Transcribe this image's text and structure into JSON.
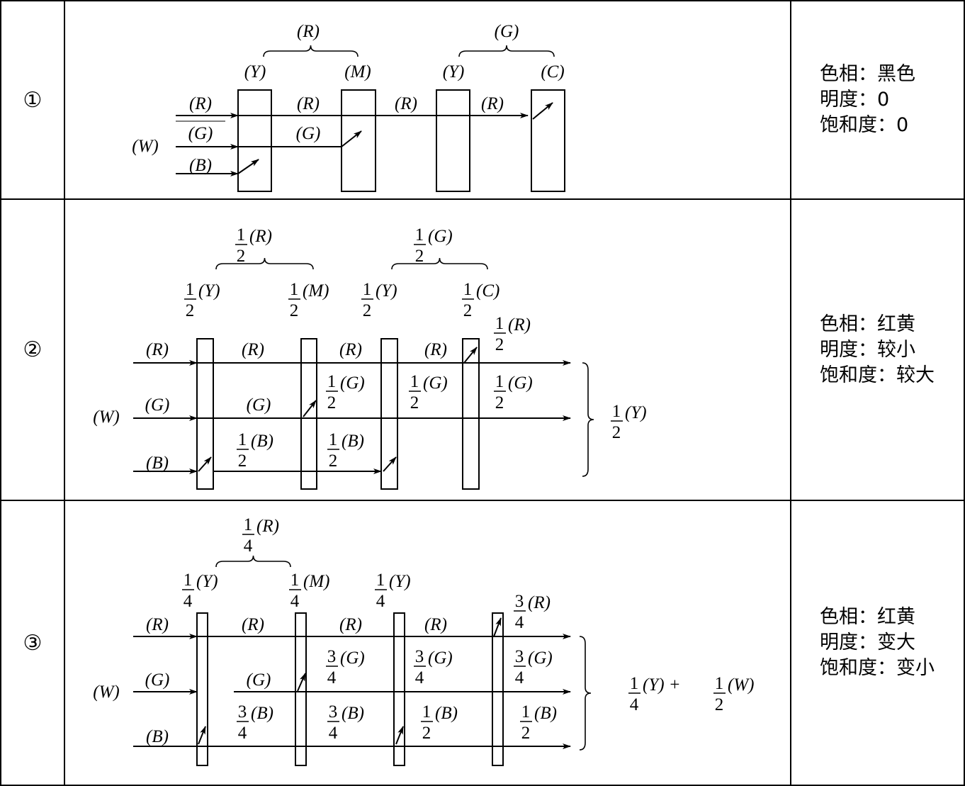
{
  "rows": [
    {
      "number": "①",
      "description": [
        "色相：黑色",
        "明度：0",
        "饱和度：0"
      ],
      "labels": [
        {
          "text": "(R)"
        },
        {
          "text": "(G)"
        },
        {
          "text": "(Y)"
        },
        {
          "text": "(M)"
        },
        {
          "text": "(Y)"
        },
        {
          "text": "(C)"
        },
        {
          "text": "(R)"
        },
        {
          "text": "(G)"
        },
        {
          "text": "(B)"
        },
        {
          "text": "(W)"
        },
        {
          "text": "(R)"
        },
        {
          "text": "(G)"
        },
        {
          "text": "(R)"
        },
        {
          "text": "(R)"
        }
      ]
    },
    {
      "number": "②",
      "description": [
        "色相：红黄",
        "明度：较小",
        "饱和度：较大"
      ],
      "labels": [
        {
          "num": "1",
          "den": "2",
          "text": "(R)"
        },
        {
          "num": "1",
          "den": "2",
          "text": "(G)"
        },
        {
          "num": "1",
          "den": "2",
          "text": "(Y)"
        },
        {
          "num": "1",
          "den": "2",
          "text": "(M)"
        },
        {
          "num": "1",
          "den": "2",
          "text": "(Y)"
        },
        {
          "num": "1",
          "den": "2",
          "text": "(C)"
        },
        {
          "num": "1",
          "den": "2",
          "text": "(R)"
        },
        {
          "num": "1",
          "den": "2",
          "text": "(G)"
        },
        {
          "num": "1",
          "den": "2",
          "text": "(G)"
        },
        {
          "num": "1",
          "den": "2",
          "text": "(G)"
        },
        {
          "num": "1",
          "den": "2",
          "text": "(B)"
        },
        {
          "num": "1",
          "den": "2",
          "text": "(B)"
        },
        {
          "num": "1",
          "den": "2",
          "text": "(Y)"
        },
        {
          "text": "(R)"
        },
        {
          "text": "(G)"
        },
        {
          "text": "(B)"
        },
        {
          "text": "(W)"
        },
        {
          "text": "(R)"
        },
        {
          "text": "(R)"
        },
        {
          "text": "(R)"
        },
        {
          "text": "(G)"
        }
      ]
    },
    {
      "number": "③",
      "description": [
        "色相：红黄",
        "明度：变大",
        "饱和度：变小"
      ],
      "labels": [
        {
          "num": "1",
          "den": "4",
          "text": "(R)"
        },
        {
          "num": "1",
          "den": "4",
          "text": "(Y)"
        },
        {
          "num": "1",
          "den": "4",
          "text": "(M)"
        },
        {
          "num": "1",
          "den": "4",
          "text": "(Y)"
        },
        {
          "num": "3",
          "den": "4",
          "text": "(R)"
        },
        {
          "num": "3",
          "den": "4",
          "text": "(G)"
        },
        {
          "num": "3",
          "den": "4",
          "text": "(G)"
        },
        {
          "num": "3",
          "den": "4",
          "text": "(G)"
        },
        {
          "num": "3",
          "den": "4",
          "text": "(B)"
        },
        {
          "num": "3",
          "den": "4",
          "text": "(B)"
        },
        {
          "num": "1",
          "den": "2",
          "text": "(B)"
        },
        {
          "num": "1",
          "den": "2",
          "text": "(B)"
        },
        {
          "num": "1",
          "den": "4",
          "text": "(Y) +"
        },
        {
          "num": "1",
          "den": "2",
          "text": "(W)"
        },
        {
          "text": "(R)"
        },
        {
          "text": "(G)"
        },
        {
          "text": "(B)"
        },
        {
          "text": "(W)"
        },
        {
          "text": "(R)"
        },
        {
          "text": "(R)"
        },
        {
          "text": "(R)"
        },
        {
          "text": "(G)"
        }
      ]
    }
  ]
}
